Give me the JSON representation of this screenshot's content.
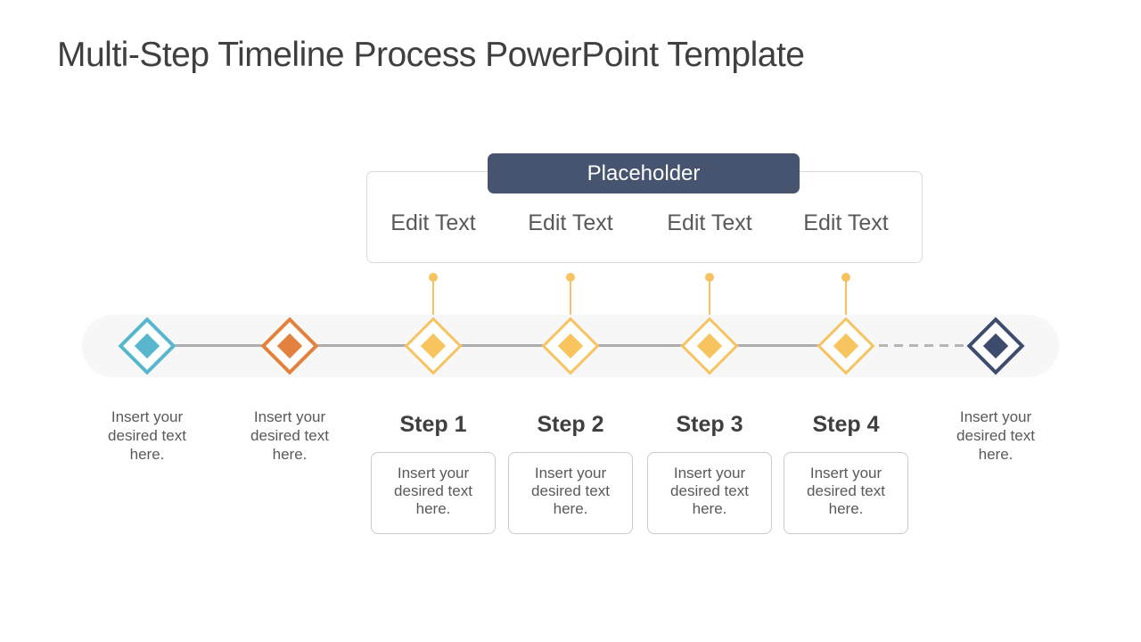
{
  "title": "Multi-Step Timeline Process PowerPoint Template",
  "placeholder": {
    "label": "Placeholder"
  },
  "edit_panel": {
    "labels": [
      "Edit Text",
      "Edit Text",
      "Edit Text",
      "Edit Text"
    ]
  },
  "steps": [
    {
      "title": "Step 1",
      "body": "Insert your desired text here."
    },
    {
      "title": "Step 2",
      "body": "Insert your desired text here."
    },
    {
      "title": "Step 3",
      "body": "Insert your desired text here."
    },
    {
      "title": "Step 4",
      "body": "Insert your desired text here."
    }
  ],
  "milestone_captions": {
    "first": "Insert your desired text here.",
    "second": "Insert your desired text here.",
    "last": "Insert your desired text here."
  },
  "colors": {
    "accent_teal": "#58b7cf",
    "accent_orange": "#e2823e",
    "accent_yellow": "#f6c360",
    "accent_navy": "#3d4b6d",
    "placeholder_bar": "#475470",
    "timeline_line": "#adadad",
    "track_background": "#f7f7f7",
    "title_text": "#3f3f3f",
    "body_text": "#595959"
  }
}
